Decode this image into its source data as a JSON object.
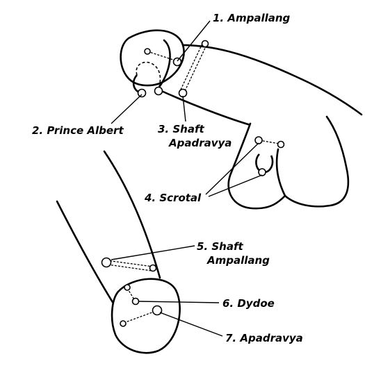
{
  "labels": {
    "ampallang": "1. Ampallang",
    "prince_albert": "2. Prince Albert",
    "shaft_apadravya_line1": "3. Shaft",
    "shaft_apadravya_line2": "Apadravya",
    "scrotal": "4. Scrotal",
    "shaft_ampallang_line1": "5. Shaft",
    "shaft_ampallang_line2": "Ampallang",
    "dydoe": "6. Dydoe",
    "apadravya": "7. Apadravya"
  }
}
